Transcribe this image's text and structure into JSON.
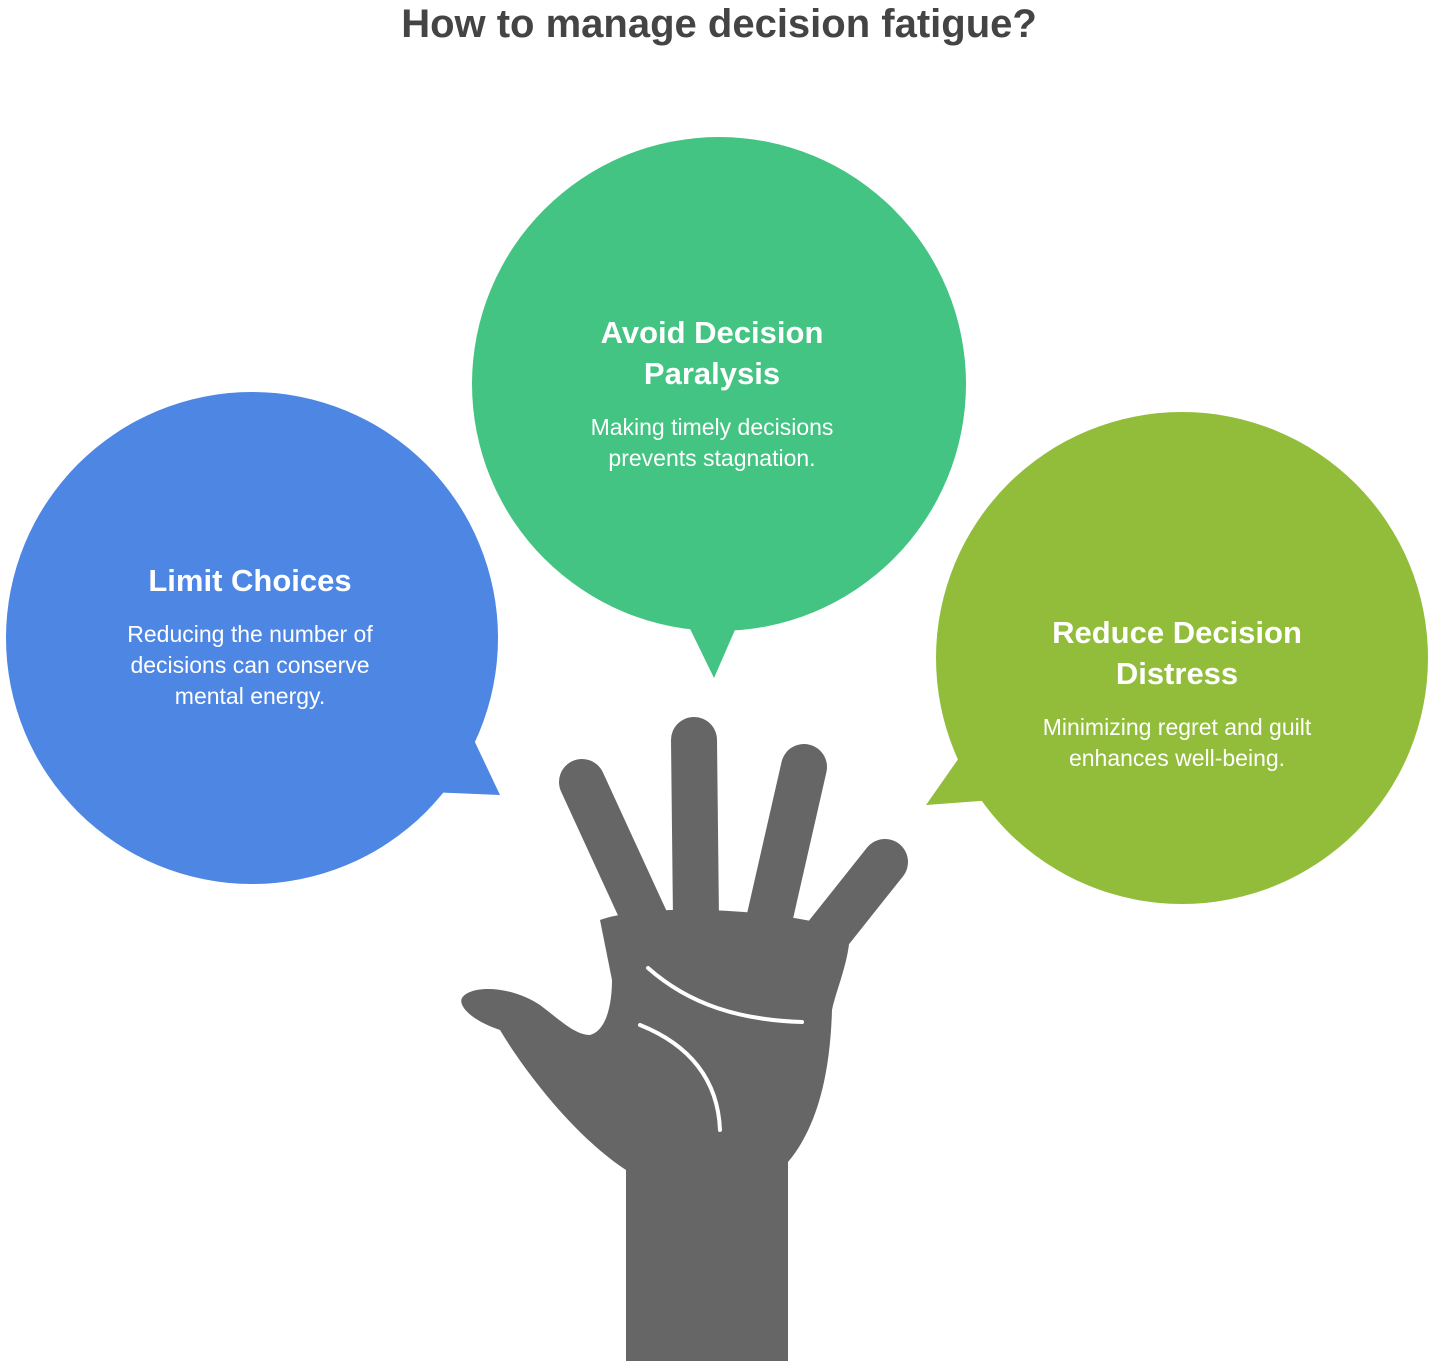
{
  "title": "How to manage decision fatigue?",
  "colors": {
    "limit": "#4e86e4",
    "avoid": "#43c483",
    "reduce": "#92bd3a",
    "hand": "#666666",
    "title": "#444444"
  },
  "items": [
    {
      "key": "limit",
      "title": "Limit Choices",
      "desc": "Reducing the number of decisions can conserve mental energy."
    },
    {
      "key": "avoid",
      "title": "Avoid Decision Paralysis",
      "desc": "Making timely decisions prevents stagnation."
    },
    {
      "key": "reduce",
      "title": "Reduce Decision Distress",
      "desc": "Minimizing regret and guilt enhances well-being."
    }
  ]
}
